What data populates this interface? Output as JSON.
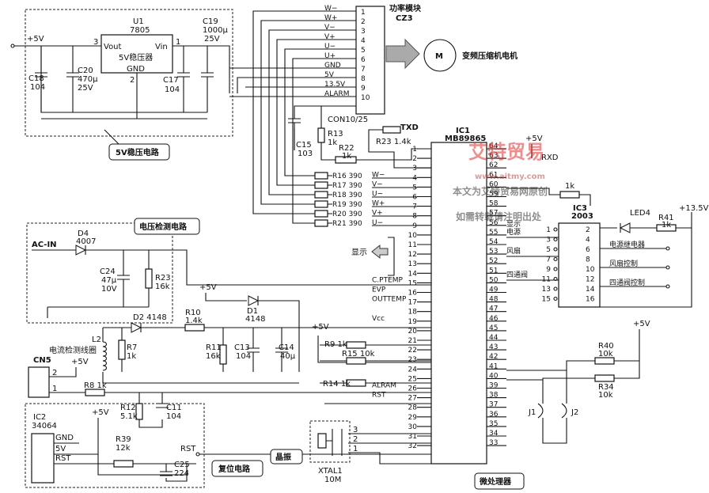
{
  "power": {
    "u1_ref": "U1",
    "u1_part": "7805",
    "vout": "Vout",
    "vin": "Vin",
    "gnd": "GND",
    "u1_desc": "5V稳压器",
    "pin3": "3",
    "pin1": "1",
    "pin2": "2",
    "plus5v": "+5V",
    "c18": "C18",
    "c18_val": "104",
    "c20": "C20",
    "c20_val": "470μ",
    "c20_v": "25V",
    "c19": "C19",
    "c19_val": "1000μ",
    "c19_v": "25V",
    "c17": "C17",
    "c17_val": "104",
    "section_label": "5V稳压电路"
  },
  "module": {
    "title": "功率模块",
    "ref": "CZ3",
    "connector": "CON10/25",
    "pins": [
      "W−",
      "W+",
      "V−",
      "V+",
      "U−",
      "U+",
      "GND",
      "5V",
      "13.5V",
      "ALARM"
    ],
    "pin_numbers": [
      "1",
      "2",
      "3",
      "4",
      "5",
      "6",
      "7",
      "8",
      "9",
      "10"
    ],
    "motor_label": "变频压缩机电机",
    "motor_symbol": "M"
  },
  "mcu": {
    "ref": "IC1",
    "part": "MB89865",
    "left_pins": [
      "1",
      "2",
      "3",
      "4",
      "5",
      "6",
      "7",
      "8",
      "9",
      "10",
      "11",
      "12",
      "13",
      "14",
      "15",
      "16",
      "17",
      "18",
      "19",
      "20",
      "21",
      "22",
      "23",
      "24",
      "25",
      "26",
      "27",
      "28",
      "29",
      "30",
      "31",
      "32"
    ],
    "right_pins": [
      "64",
      "63",
      "62",
      "61",
      "60",
      "59",
      "58",
      "57",
      "56",
      "55",
      "54",
      "53",
      "52",
      "51",
      "50",
      "49",
      "48",
      "47",
      "46",
      "45",
      "44",
      "43",
      "42",
      "41",
      "40",
      "39",
      "38",
      "37",
      "36",
      "35",
      "34",
      "33"
    ],
    "left_labels": {
      "4": "W−",
      "5": "V−",
      "6": "U−",
      "7": "W+",
      "8": "V+",
      "9": "U−",
      "15": "C.PTEMP",
      "16": "EVP",
      "17": "OUTTEMP",
      "19": "Vcc",
      "26": "ALRAM",
      "27": "RST"
    },
    "resistors": [
      {
        "ref": "R16 390"
      },
      {
        "ref": "R17 390"
      },
      {
        "ref": "R18 390"
      },
      {
        "ref": "R19 390"
      },
      {
        "ref": "R20 390"
      },
      {
        "ref": "R21 390"
      }
    ],
    "section_label": "微处理器",
    "plus5v": "+5V",
    "txd": "TXD",
    "rxd": "RXD",
    "r23": "R23 1.4k",
    "r22": "R22",
    "r22_val": "1k",
    "r13": "R13",
    "r13_val": "1k",
    "c15": "C15",
    "c15_val": "103",
    "display_label": "显示",
    "r9": "R9 1k",
    "r15": "R15 10k",
    "r14": "R14 1k"
  },
  "driver": {
    "ref": "IC3",
    "part": "2003",
    "left_pins": [
      "1",
      "3",
      "5",
      "7",
      "9",
      "11",
      "13",
      "15"
    ],
    "right_pins": [
      "2",
      "4",
      "6",
      "8",
      "10",
      "12",
      "14",
      "16"
    ],
    "left_labels": {
      "3": "电源",
      "7": "风扇",
      "11": "四通阀"
    },
    "outputs": [
      "电源继电器",
      "风扇控制",
      "四通阀控制"
    ],
    "led": "LED4",
    "r41": "R41",
    "r41_val": "1k",
    "v135": "+13.5V",
    "r_top": "1k"
  },
  "voltage_detect": {
    "section_label": "电压检测电路",
    "ac_in": "AC-IN",
    "d4": "D4",
    "d4_val": "4007",
    "c24": "C24",
    "c24_val": "47μ",
    "c24_v": "10V",
    "r23": "R23",
    "r23_val": "16k"
  },
  "current_detect": {
    "coil_label": "电流检测线圈",
    "l2": "L2",
    "d2": "D2 4148",
    "d1": "D1",
    "d1_val": "4148",
    "r10": "R10",
    "r10_val": "1.4k",
    "r7": "R7",
    "r7_val": "1k",
    "r11": "R11",
    "r11_val": "16k",
    "c13": "C13",
    "c13_val": "104",
    "c14": "C14",
    "c14_val": "40μ",
    "plus5v": "+5V"
  },
  "reset": {
    "cn5": "CN5",
    "cn5_p2": "2",
    "cn5_p1": "1",
    "r8": "R8 1k",
    "r12": "R12",
    "r12_val": "5.1k",
    "c11": "C11",
    "c11_val": "104",
    "ic2": "IC2",
    "ic2_part": "34064",
    "ic2_pins": [
      "GND",
      "5V",
      "RST"
    ],
    "r39": "R39",
    "r39_val": "12k",
    "c25": "C25",
    "c25_val": "224",
    "rst": "RST",
    "section_label": "复位电路",
    "plus5v": "+5V"
  },
  "crystal": {
    "section_label": "晶振",
    "ref": "XTAL1",
    "freq": "10M",
    "pins": [
      "3",
      "2",
      "1"
    ]
  },
  "jumpers": {
    "r40": "R40",
    "r40_val": "10k",
    "r34": "R34",
    "r34_val": "10k",
    "j1": "J1",
    "j2": "J2",
    "plus5v": "+5V"
  },
  "watermark": {
    "logo": "艾特贸易",
    "line1": "本文为艾特贸易网原创",
    "line2": "如需转载请注明出处",
    "url": "www.aitmy.com"
  }
}
